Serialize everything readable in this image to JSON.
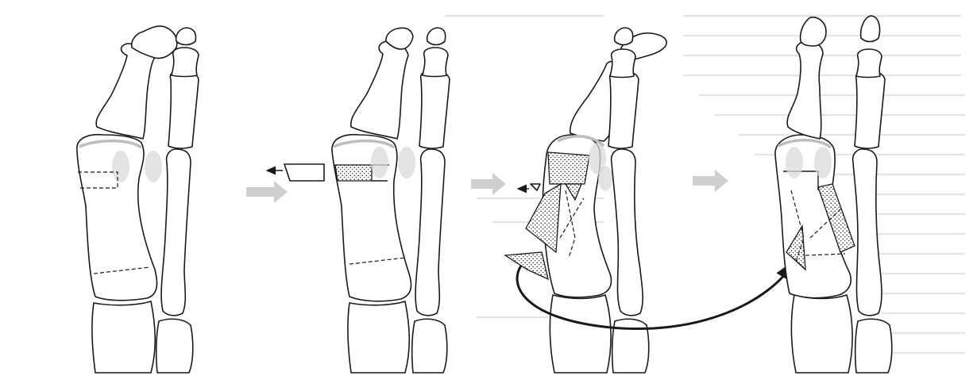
{
  "figure": {
    "panels": [
      {
        "id": "step-1",
        "description_hidden": true
      },
      {
        "id": "step-2",
        "description_hidden": true
      },
      {
        "id": "step-3",
        "description_hidden": true
      },
      {
        "id": "step-4",
        "description_hidden": true
      }
    ],
    "colors": {
      "bone_outline": "#1a1a1a",
      "bone_fill": "#ffffff",
      "sesamoid": "#d9d9d9",
      "step_arrow": "#cfcfcf",
      "graft_fill": "#1a1a1a"
    }
  }
}
